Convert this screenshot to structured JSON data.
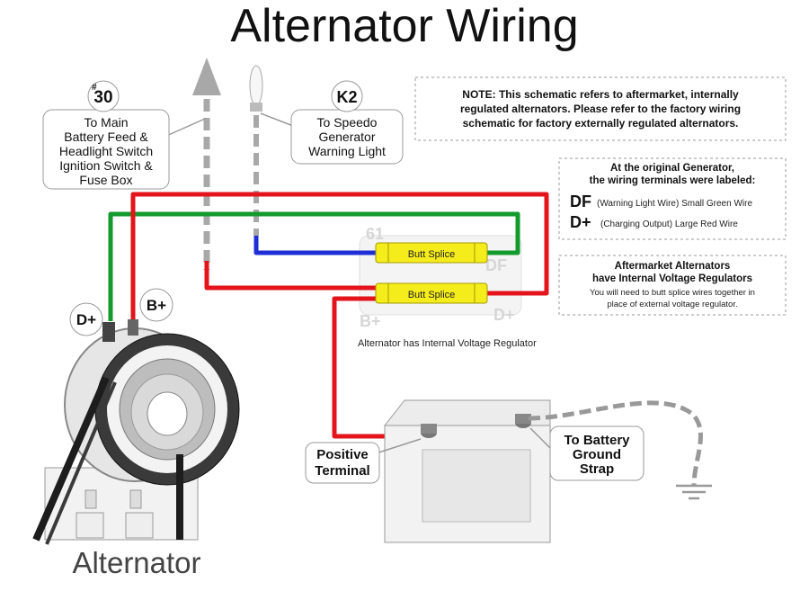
{
  "title": "Alternator Wiring",
  "callouts": {
    "terminal_30": {
      "number": "30",
      "line1": "To Main",
      "line2": "Battery Feed &",
      "line3": "Headlight Switch",
      "line4": "Ignition Switch &",
      "line5": "Fuse Box"
    },
    "k2": {
      "number": "K2",
      "line1": "To Speedo",
      "line2": "Generator",
      "line3": "Warning Light"
    },
    "positive_terminal": {
      "line1": "Positive",
      "line2": "Terminal"
    },
    "ground_strap": {
      "line1": "To Battery",
      "line2": "Ground",
      "line3": "Strap"
    }
  },
  "note": {
    "line1": "NOTE: This schematic refers to aftermarket, internally",
    "line2": "regulated alternators.  Please refer to the factory wiring",
    "line3": "schematic for factory externally regulated alternators."
  },
  "generator_box": {
    "line1": "At the original Generator,",
    "line2": "the wiring terminals were labeled:",
    "df_code": "DF",
    "df_desc": "(Warning Light Wire) Small Green Wire",
    "dplus_code": "D+",
    "dplus_desc": "(Charging Output) Large Red Wire"
  },
  "regulator_box": {
    "line1": "Aftermarket Alternators",
    "line2": "have Internal Voltage Regulators",
    "line3": "You will need to butt splice wires together in",
    "line4": "place of external voltage regulator."
  },
  "splices": {
    "top": "Butt Splice",
    "bottom": "Butt Splice"
  },
  "regulator_labels": {
    "t61": "61",
    "df": "DF",
    "bplus": "B+",
    "dplus": "D+"
  },
  "internal_regulator_caption": "Alternator has Internal Voltage Regulator",
  "alt_terminals": {
    "dplus": "D+",
    "bplus": "B+"
  },
  "alternator_label": "Alternator",
  "colors": {
    "red": "#e3141b",
    "green": "#139a2c",
    "blue": "#1f2fd6",
    "yellow": "#f5ec1c",
    "gray": "#b0b0b0"
  }
}
